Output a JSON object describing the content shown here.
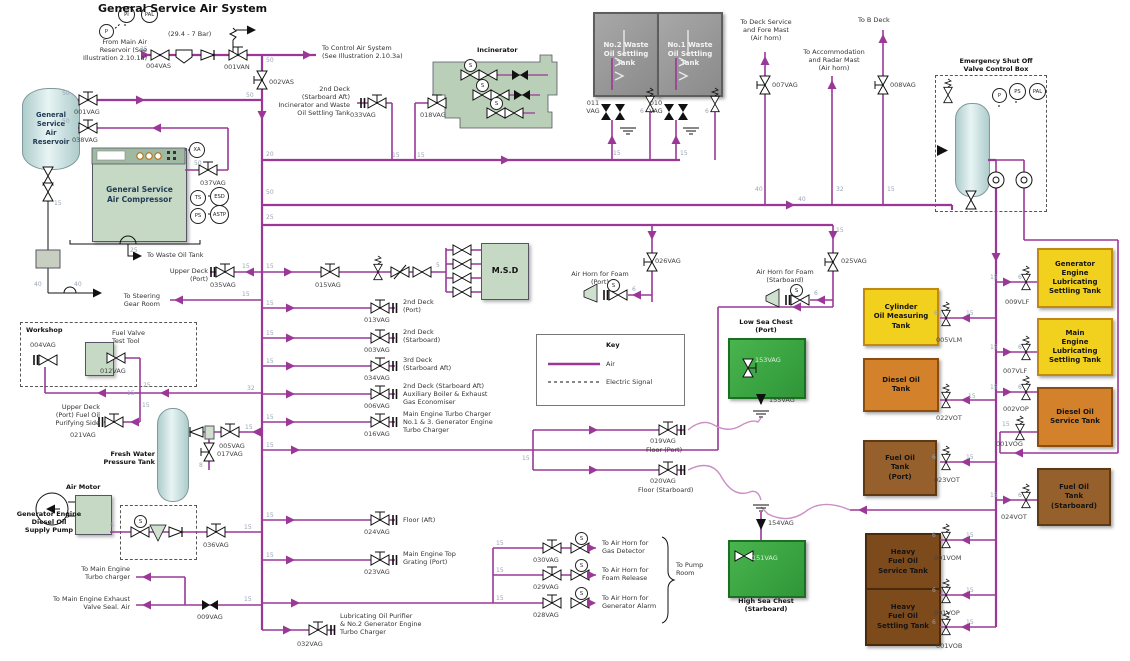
{
  "title": "General Service Air System",
  "key": {
    "title": "Key",
    "air": "Air",
    "electric": "Electric Signal"
  },
  "gauges": {
    "pi": "PI",
    "pal": "PAL",
    "p": "P",
    "xa": "XA",
    "ts": "TS",
    "ps": "PS",
    "esd": "ESD",
    "astp": "ASTP",
    "s": "S"
  },
  "equipment": {
    "reservoir": "General\nService\nAir\nReservoir",
    "compressor": "General Service\nAir Compressor",
    "incinerator": "Incinerator",
    "msd": "M.S.D",
    "workshop": "Workshop",
    "fuel_valve_test_tool": "Fuel Valve\nTest Tool",
    "fresh_water_tank": "Fresh Water\nPressure Tank",
    "air_motor": "Air Motor",
    "gen_do_pump": "Generator Engine\nDiesel Oil\nSupply Pump",
    "emergency_box": "Emergency Shut Off\nValve Control Box",
    "no2_waste_tank": "No.2 Waste\nOil Settling\nTank",
    "no1_waste_tank": "No.1 Waste\nOil Settling\nTank",
    "low_sea_chest": "Low Sea Chest\n(Port)",
    "high_sea_chest": "High Sea Chest\n(Starboard)"
  },
  "tanks": {
    "gen_lub": "Generator\nEngine\nLubricating\nSettling Tank",
    "main_lub": "Main\nEngine\nLubricating\nSettling Tank",
    "do_service": "Diesel Oil\nService Tank",
    "cyl_oil": "Cylinder\nOil Measuring\nTank",
    "do_tank": "Diesel Oil\nTank",
    "fo_port": "Fuel Oil\nTank\n(Port)",
    "fo_stbd": "Fuel Oil\nTank\n(Starboard)",
    "hfo_service": "Heavy\nFuel Oil\nService Tank",
    "hfo_settling": "Heavy\nFuel Oil\nSettling Tank"
  },
  "valves": {
    "v004vas": "004VAS",
    "v001van": "001VAN",
    "v002vas": "002VAS",
    "v001vag": "001VAG",
    "v038vag": "038VAG",
    "v037vag": "037VAG",
    "v033vag": "033VAG",
    "v018vag": "018VAG",
    "v035vag": "035VAG",
    "v015vag": "015VAG",
    "v013vag": "013VAG",
    "v003vag": "003VAG",
    "v034vag": "034VAG",
    "v006vag": "006VAG",
    "v016vag": "016VAG",
    "v004vag": "004VAG",
    "v012vag": "012VAG",
    "v021vag": "021VAG",
    "v005vag": "005VAG",
    "v017vag": "017VAG",
    "v036vag": "036VAG",
    "v024vag": "024VAG",
    "v023vag": "023VAG",
    "v009vag": "009VAG",
    "v032vag": "032VAG",
    "v030vag": "030VAG",
    "v029vag": "029VAG",
    "v028vag": "028VAG",
    "v019vag": "019VAG",
    "v020vag": "020VAG",
    "v026vag": "026VAG",
    "v025vag": "025VAG",
    "v011vag": "011\nVAG",
    "v010vag": "010\nVAG",
    "v007vag": "007VAG",
    "v008vag": "008VAG",
    "v153vag": "153VAG",
    "v155vag": "155VAG",
    "v154vag": "154VAG",
    "v151vag": "151VAG",
    "v005vlm": "005VLM",
    "v022vot": "022VOT",
    "v023vot": "023VOT",
    "v009vlf": "009VLF",
    "v007vlf": "007VLF",
    "v002vop": "002VOP",
    "v001vog": "001VOG",
    "v024vot": "024VOT",
    "v001vom": "001VOM",
    "v001vop": "001VOP",
    "v001vob": "001VOB"
  },
  "notes": {
    "from_main": "From Main Air\nReservoir (See\nIllustration 2.10.1a)",
    "bar": "(29.4 - 7 Bar)",
    "to_control": "To Control Air System\n(See Illustration 2.10.3a)",
    "deck2_aft_incin": "2nd Deck\n(Starboard Aft)\nIncinerator and Waste\nOil Settling Tank",
    "to_deck_service": "To Deck Service\nand Fore Mast\n(Air horn)",
    "to_accommodation": "To Accommodation\nand Radar Mast\n(Air horn)",
    "to_b_deck": "To B Deck",
    "to_waste_oil": "To Waste Oil Tank",
    "upper_deck_port": "Upper Deck\n(Port)",
    "to_steering": "To Steering\nGear Room",
    "upper_deck_fuel": "Upper Deck\n(Port) Fuel Oil\nPurifying Side",
    "deck2_port": "2nd Deck\n(Port)",
    "deck2_stbd": "2nd Deck\n(Starboard)",
    "deck3_stbd_aft": "3rd Deck\n(Starboard Aft)",
    "deck2_aft_boiler": "2nd Deck (Starboard Aft)\nAuxiliary Boiler & Exhaust\nGas Economiser",
    "me_turbo": "Main Engine Turbo Charger\nNo.1 & 3. Generator Engine\nTurbo Charger",
    "floor_aft": "Floor (Aft)",
    "me_top_grating": "Main Engine Top\nGrating (Port)",
    "to_me_turbo": "To Main Engine\nTurbo charger",
    "to_me_exhaust": "To Main Engine Exhaust\nValve Seal. Air",
    "lub_purifier": "Lubricating Oil Purifier\n& No.2 Generator Engine\nTurbo Charger",
    "horn_foam_port": "Air Horn for Foam\n(Port)",
    "horn_foam_stbd": "Air Horn for Foam\n(Starboard)",
    "floor_port": "Floor (Port)",
    "floor_stbd": "Floor (Starboard)",
    "horn_gas": "To Air Horn for\nGas Detector",
    "horn_foam_release": "To Air Horn for\nFoam Release",
    "horn_gen_alarm": "To Air Horn for\nGenerator Alarm",
    "to_pump_room": "To Pump\nRoom"
  },
  "sizes": {
    "s5": "5",
    "s6": "6",
    "s8": "8",
    "s15": "15",
    "s20": "20",
    "s25": "25",
    "s32": "32",
    "s40": "40",
    "s50": "50"
  },
  "colors": {
    "pipe": "#9B3897",
    "pipe_light": "#CA8FC5",
    "sea_chest": "#3BAA3B",
    "tank_yellow": "#F2D01E",
    "tank_orange": "#D4812B",
    "tank_brown": "#96602C"
  }
}
